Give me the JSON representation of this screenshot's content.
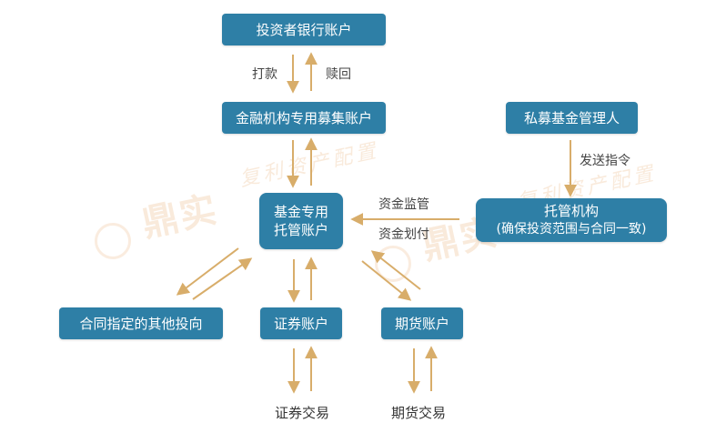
{
  "watermark": {
    "logo_text": "鼎实",
    "sub_text": "复利资产配置"
  },
  "nodes": {
    "investor_bank_account": "投资者银行账户",
    "financial_institution_account": "金融机构专用募集账户",
    "private_fund_manager": "私募基金管理人",
    "fund_custody_line1": "基金专用",
    "fund_custody_line2": "托管账户",
    "custodian_line1": "托管机构",
    "custodian_line2": "(确保投资范围与合同一致)",
    "contract_investment": "合同指定的其他投向",
    "securities_account": "证券账户",
    "futures_account": "期货账户"
  },
  "labels": {
    "transfer": "打款",
    "redeem": "赎回",
    "send_instruction": "发送指令",
    "fund_supervision": "资金监管",
    "fund_transfer": "资金划付",
    "securities_trading": "证券交易",
    "futures_trading": "期货交易"
  },
  "colors": {
    "node_fill": "#2e7fa6",
    "arrow": "#d8ad6a",
    "text": "#444444"
  }
}
